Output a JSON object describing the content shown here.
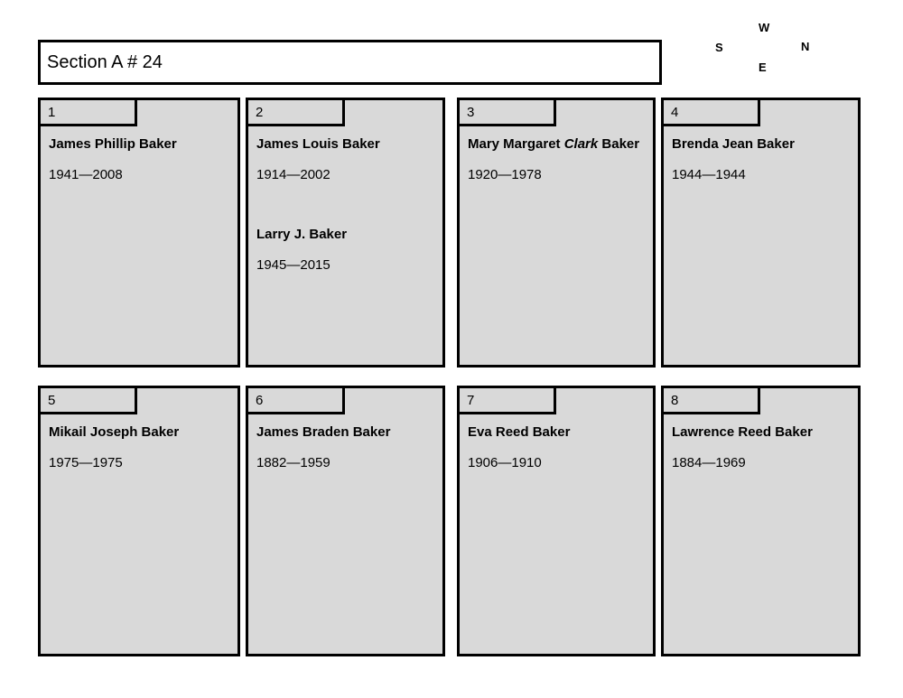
{
  "title": "Section A # 24",
  "compass": {
    "top": "W",
    "left": "S",
    "right": "N",
    "bottom": "E"
  },
  "colors": {
    "plot_fill": "#d9d9d9",
    "border": "#000000",
    "page_background": "#ffffff"
  },
  "plots": [
    {
      "number": "1",
      "entries": [
        {
          "name_parts": [
            {
              "text": "James Phillip Baker",
              "italic": false
            }
          ],
          "dates": "1941—2008"
        }
      ]
    },
    {
      "number": "2",
      "entries": [
        {
          "name_parts": [
            {
              "text": "James Louis Baker",
              "italic": false
            }
          ],
          "dates": "1914—2002"
        },
        {
          "name_parts": [
            {
              "text": "Larry J. Baker",
              "italic": false
            }
          ],
          "dates": "1945—2015"
        }
      ]
    },
    {
      "number": "3",
      "entries": [
        {
          "name_parts": [
            {
              "text": "Mary Margaret ",
              "italic": false
            },
            {
              "text": "Clark",
              "italic": true
            },
            {
              "text": " Baker",
              "italic": false
            }
          ],
          "dates": "1920—1978"
        }
      ]
    },
    {
      "number": "4",
      "entries": [
        {
          "name_parts": [
            {
              "text": "Brenda Jean Baker",
              "italic": false
            }
          ],
          "dates": "1944—1944"
        }
      ]
    },
    {
      "number": "5",
      "entries": [
        {
          "name_parts": [
            {
              "text": "Mikail Joseph Baker",
              "italic": false
            }
          ],
          "dates": "1975—1975"
        }
      ]
    },
    {
      "number": "6",
      "entries": [
        {
          "name_parts": [
            {
              "text": "James Braden Baker",
              "italic": false
            }
          ],
          "dates": "1882—1959"
        }
      ]
    },
    {
      "number": "7",
      "entries": [
        {
          "name_parts": [
            {
              "text": "Eva Reed Baker",
              "italic": false
            }
          ],
          "dates": "1906—1910"
        }
      ]
    },
    {
      "number": "8",
      "entries": [
        {
          "name_parts": [
            {
              "text": "Lawrence Reed Baker",
              "italic": false
            }
          ],
          "dates": "1884—1969"
        }
      ]
    }
  ]
}
